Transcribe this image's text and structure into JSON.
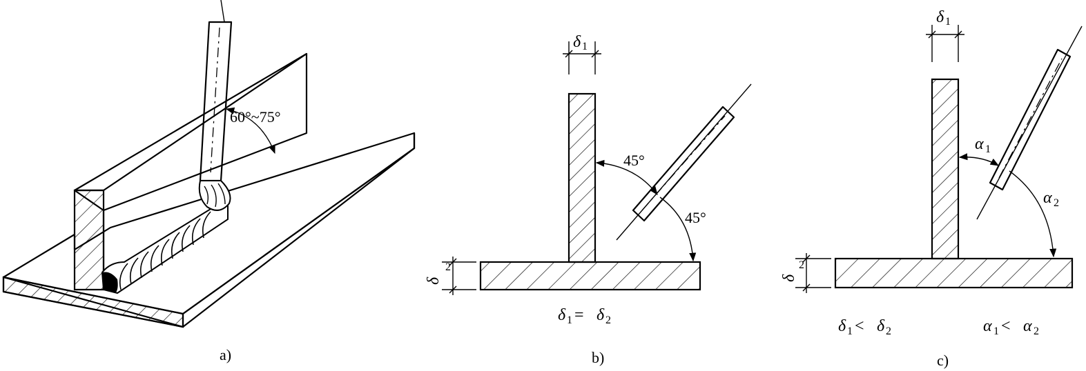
{
  "figure": {
    "panels": [
      {
        "id": "a",
        "caption": "a)",
        "angle_label": "60°~75°"
      },
      {
        "id": "b",
        "caption": "b)",
        "angle_upper": "45°",
        "angle_lower": "45°",
        "thickness_1": "δ",
        "thickness_1_sub": "1",
        "thickness_2": "δ",
        "thickness_2_sub": "2",
        "relation": {
          "left": "δ",
          "left_sub": "1",
          "op": "=",
          "right": "δ",
          "right_sub": "2"
        }
      },
      {
        "id": "c",
        "caption": "c)",
        "angle_1": "α",
        "angle_1_sub": "1",
        "angle_2": "α",
        "angle_2_sub": "2",
        "thickness_1": "δ",
        "thickness_1_sub": "1",
        "thickness_2": "δ",
        "thickness_2_sub": "2",
        "relation_thickness": {
          "left": "δ",
          "left_sub": "1",
          "op": "<",
          "right": "δ",
          "right_sub": "2"
        },
        "relation_angle": {
          "left": "α",
          "left_sub": "1",
          "op": "<",
          "right": "α",
          "right_sub": "2"
        }
      }
    ]
  },
  "colors": {
    "ink": "#000000",
    "background": "#ffffff"
  }
}
